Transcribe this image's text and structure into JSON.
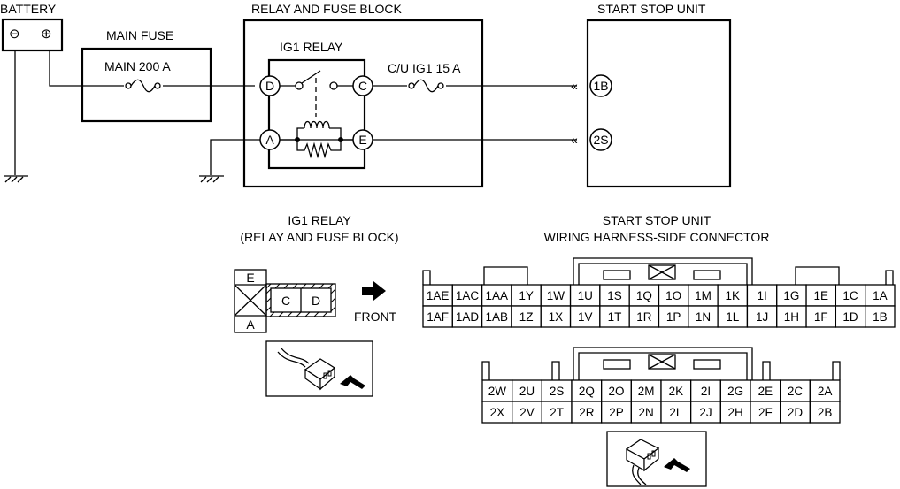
{
  "battery": {
    "label": "BATTERY",
    "neg": "⊖",
    "pos": "⊕"
  },
  "main_fuse": {
    "title": "MAIN FUSE",
    "rating": "MAIN 200 A"
  },
  "relay_block": {
    "title": "RELAY AND FUSE BLOCK",
    "relay_title": "IG1 RELAY",
    "fuse_label": "C/U IG1 15 A",
    "pins": {
      "d": "D",
      "c": "C",
      "a": "A",
      "e": "E"
    }
  },
  "start_stop": {
    "title": "START STOP UNIT",
    "pin_1b": "1B",
    "pin_2s": "2S"
  },
  "relay_connector": {
    "title1": "IG1 RELAY",
    "title2": "(RELAY AND FUSE BLOCK)",
    "front": "FRONT",
    "pins": {
      "e": "E",
      "a": "A",
      "c": "C",
      "d": "D"
    }
  },
  "unit_connector": {
    "title1": "START STOP UNIT",
    "title2": "WIRING HARNESS-SIDE CONNECTOR",
    "row1": [
      "1AE",
      "1AC",
      "1AA",
      "1Y",
      "1W",
      "1U",
      "1S",
      "1Q",
      "1O",
      "1M",
      "1K",
      "1I",
      "1G",
      "1E",
      "1C",
      "1A"
    ],
    "row2": [
      "1AF",
      "1AD",
      "1AB",
      "1Z",
      "1X",
      "1V",
      "1T",
      "1R",
      "1P",
      "1N",
      "1L",
      "1J",
      "1H",
      "1F",
      "1D",
      "1B"
    ],
    "row3": [
      "2W",
      "2U",
      "2S",
      "2Q",
      "2O",
      "2M",
      "2K",
      "2I",
      "2G",
      "2E",
      "2C",
      "2A"
    ],
    "row4": [
      "2X",
      "2V",
      "2T",
      "2R",
      "2P",
      "2N",
      "2L",
      "2J",
      "2H",
      "2F",
      "2D",
      "2B"
    ]
  }
}
